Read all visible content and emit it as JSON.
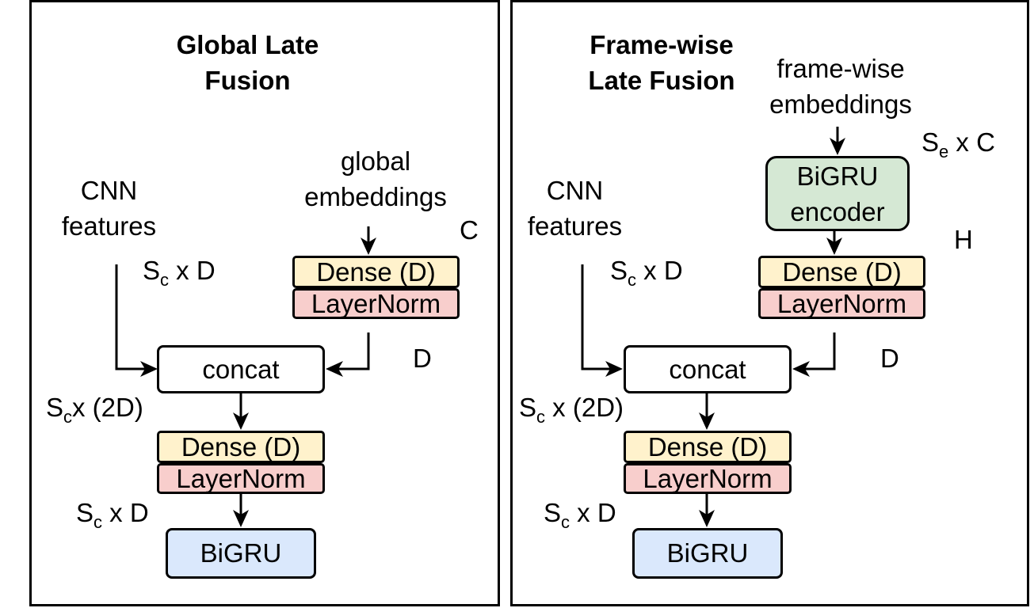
{
  "left": {
    "title": "Global Late Fusion",
    "title_line1": "Global Late",
    "title_line2": "Fusion",
    "cnn_line1": "CNN",
    "cnn_line2": "features",
    "emb_line1": "global",
    "emb_line2": "embeddings",
    "dim_emb": "C",
    "dim_cnn": {
      "base": "S",
      "sub": "c",
      "rest": " x D"
    },
    "dim_proj": "D",
    "dim_concat": {
      "base": "S",
      "sub": "c",
      "rest": "x (2D)"
    },
    "dim_out": {
      "base": "S",
      "sub": "c",
      "rest": " x D"
    },
    "dense_emb": "Dense (D)",
    "norm_emb": "LayerNorm",
    "concat": "concat",
    "dense_out": "Dense (D)",
    "norm_out": "LayerNorm",
    "bigru": "BiGRU"
  },
  "right": {
    "title": "Frame-wise Late Fusion",
    "title_line1": "Frame-wise",
    "title_line2": "Late Fusion",
    "cnn_line1": "CNN",
    "cnn_line2": "features",
    "emb_line1": "frame-wise",
    "emb_line2": "embeddings",
    "dim_emb": {
      "base": "S",
      "sub": "e",
      "rest": " x C"
    },
    "encoder_line1": "BiGRU",
    "encoder_line2": "encoder",
    "dim_enc": "H",
    "dim_cnn": {
      "base": "S",
      "sub": "c",
      "rest": " x D"
    },
    "dim_proj": "D",
    "dim_concat": {
      "base": "S",
      "sub": "c",
      "rest": " x (2D)"
    },
    "dim_out": {
      "base": "S",
      "sub": "c",
      "rest": " x D"
    },
    "dense_emb": "Dense (D)",
    "norm_emb": "LayerNorm",
    "concat": "concat",
    "dense_out": "Dense (D)",
    "norm_out": "LayerNorm",
    "bigru": "BiGRU"
  }
}
